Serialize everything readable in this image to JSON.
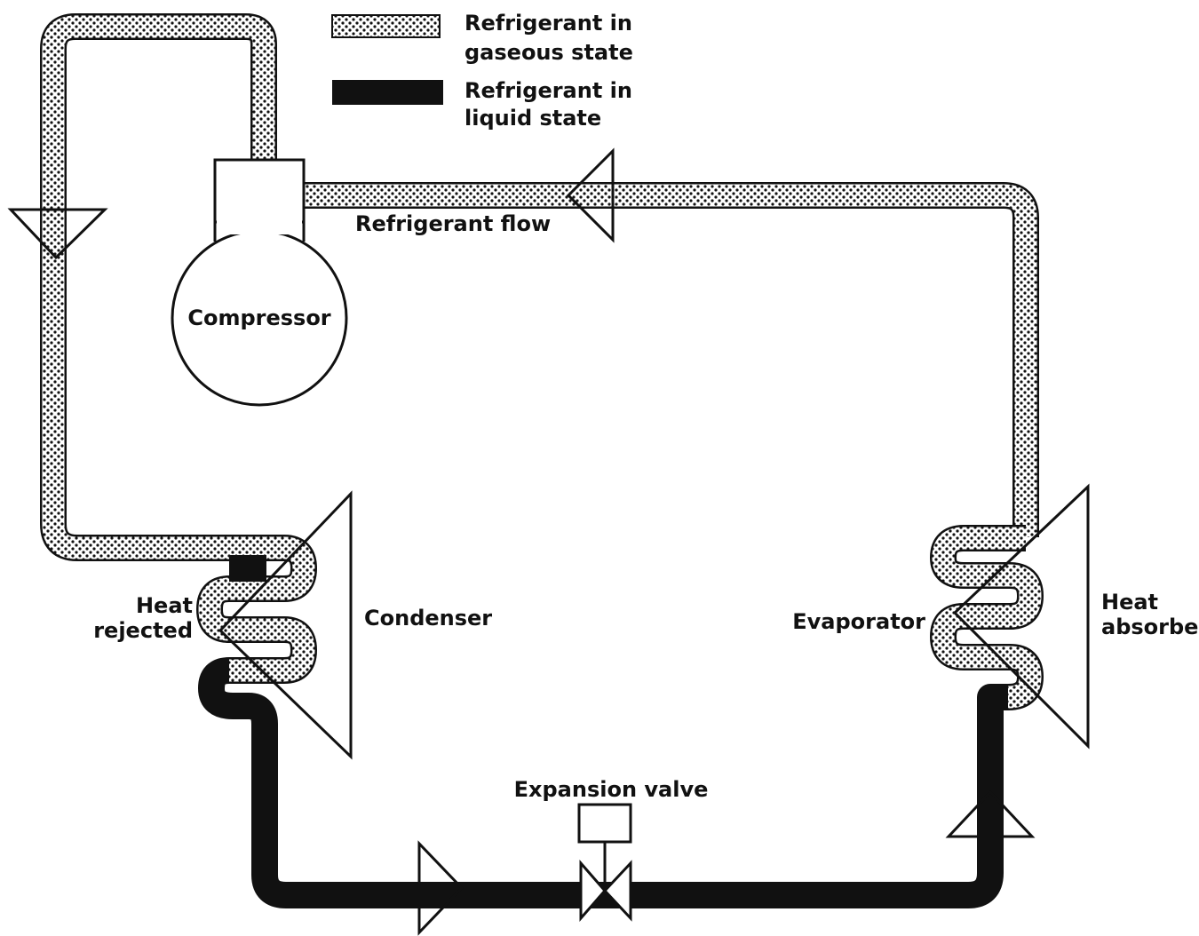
{
  "legend": {
    "gas_line1": "Refrigerant in",
    "gas_line2": "gaseous state",
    "liquid_line1": "Refrigerant in",
    "liquid_line2": "liquid state"
  },
  "labels": {
    "refrigerant_flow": "Refrigerant flow",
    "compressor": "Compressor",
    "condenser": "Condenser",
    "heat_rejected_line1": "Heat",
    "heat_rejected_line2": "rejected",
    "evaporator": "Evaporator",
    "heat_absorbed_line1": "Heat",
    "heat_absorbed_line2": "absorbed",
    "expansion_valve": "Expansion valve"
  },
  "colors": {
    "ink": "#111111",
    "gas_fill": "#ffffff",
    "liquid_fill": "#111111"
  }
}
